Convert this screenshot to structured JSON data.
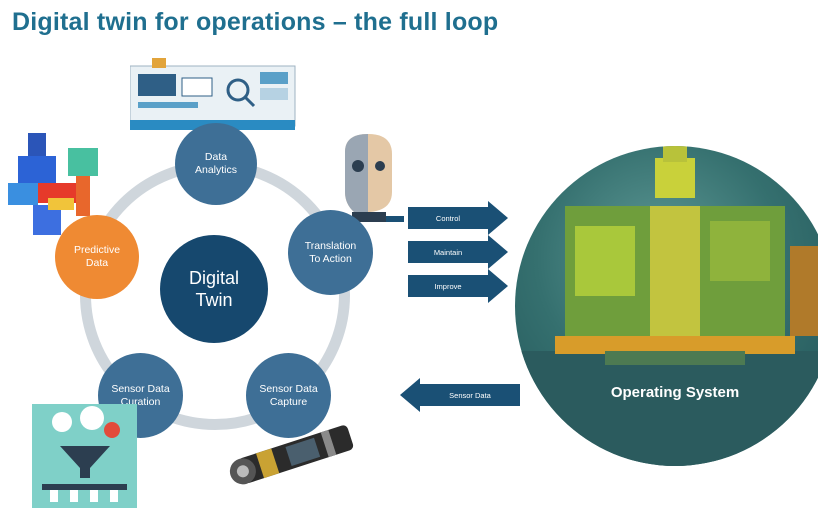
{
  "title": "Digital twin for operations – the full loop",
  "center": {
    "line1": "Digital",
    "line2": "Twin"
  },
  "nodes": {
    "data_analytics": "Data Analytics",
    "translation": "Translation To Action",
    "capture": "Sensor Data Capture",
    "curation": "Sensor Data Curation",
    "predictive": "Predictive Data"
  },
  "arrows": {
    "control": "Control",
    "maintain": "Maintain",
    "improve": "Improve",
    "sensor_data": "Sensor Data"
  },
  "operating_system": "Operating System",
  "colors": {
    "title": "#1f6f8f",
    "node": "#3e6f96",
    "center": "#16486e",
    "predictive": "#ef8a33",
    "arrow": "#1a5075",
    "ring": "#cfd6dc"
  },
  "icons": [
    "dashboard-illustration",
    "valve-heatmap-illustration",
    "robot-face-illustration",
    "funnel-illustration",
    "sensor-device-illustration",
    "subsea-equipment-illustration"
  ]
}
